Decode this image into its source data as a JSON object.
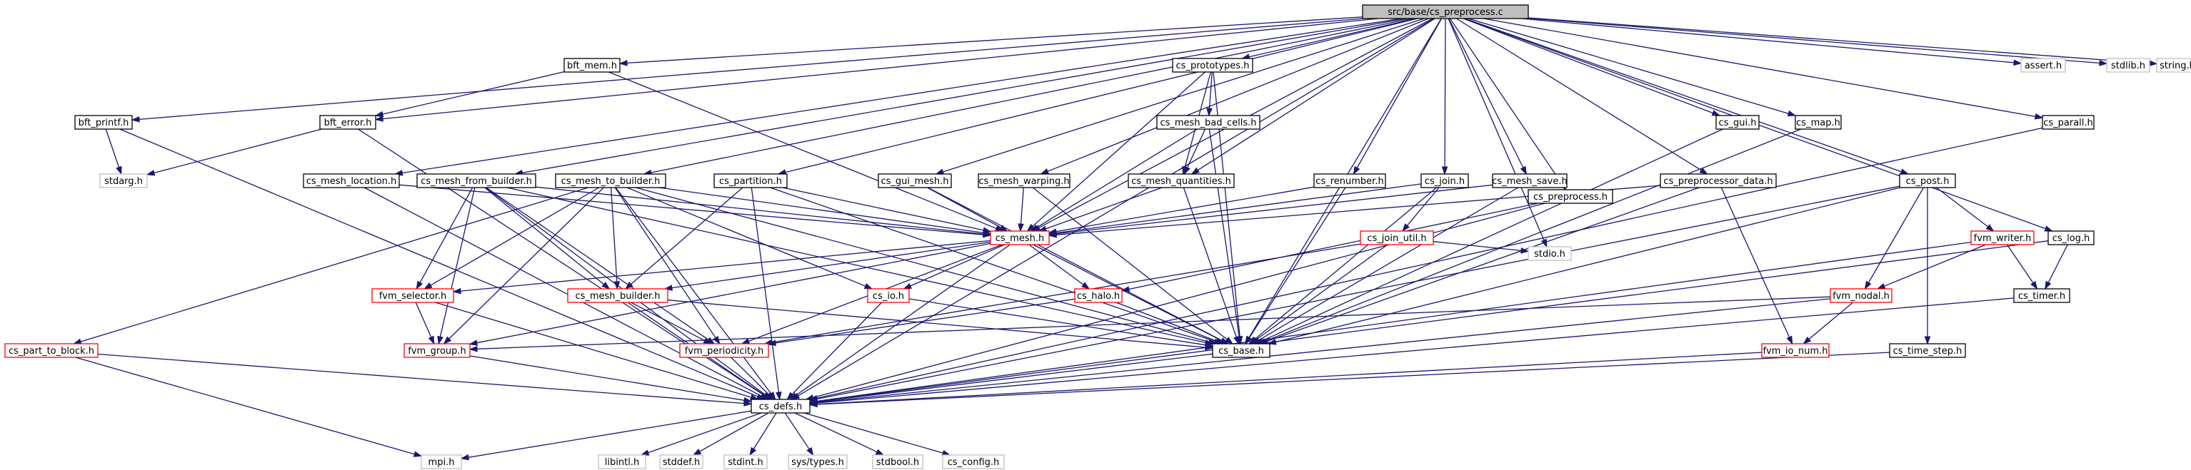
{
  "graph": {
    "root": "src/base/cs_preprocess.c",
    "colors": {
      "edge": "#191970",
      "root_fill": "#bfbfbf",
      "node_border": "#000000",
      "incomplete_border": "#ff0000",
      "system_border": "#bfbfbf",
      "system_text": "#000000"
    },
    "nodes": [
      {
        "id": "root",
        "label": "src/base/cs_preprocess.c",
        "kind": "root"
      },
      {
        "id": "bft_mem",
        "label": "bft_mem.h",
        "kind": "normal"
      },
      {
        "id": "cs_prototypes",
        "label": "cs_prototypes.h",
        "kind": "normal"
      },
      {
        "id": "assert",
        "label": "assert.h",
        "kind": "system"
      },
      {
        "id": "stdlib",
        "label": "stdlib.h",
        "kind": "system"
      },
      {
        "id": "string",
        "label": "string.h",
        "kind": "system"
      },
      {
        "id": "bft_printf",
        "label": "bft_printf.h",
        "kind": "normal"
      },
      {
        "id": "bft_error",
        "label": "bft_error.h",
        "kind": "normal"
      },
      {
        "id": "cs_mesh_bad_cells",
        "label": "cs_mesh_bad_cells.h",
        "kind": "normal"
      },
      {
        "id": "cs_gui",
        "label": "cs_gui.h",
        "kind": "normal"
      },
      {
        "id": "cs_map",
        "label": "cs_map.h",
        "kind": "normal"
      },
      {
        "id": "cs_parall",
        "label": "cs_parall.h",
        "kind": "normal"
      },
      {
        "id": "stdarg",
        "label": "stdarg.h",
        "kind": "system"
      },
      {
        "id": "cs_mesh_location",
        "label": "cs_mesh_location.h",
        "kind": "normal"
      },
      {
        "id": "cs_mesh_from_builder",
        "label": "cs_mesh_from_builder.h",
        "kind": "normal"
      },
      {
        "id": "cs_mesh_to_builder",
        "label": "cs_mesh_to_builder.h",
        "kind": "normal"
      },
      {
        "id": "cs_partition",
        "label": "cs_partition.h",
        "kind": "normal"
      },
      {
        "id": "cs_gui_mesh",
        "label": "cs_gui_mesh.h",
        "kind": "normal"
      },
      {
        "id": "cs_mesh_warping",
        "label": "cs_mesh_warping.h",
        "kind": "normal"
      },
      {
        "id": "cs_mesh_quantities",
        "label": "cs_mesh_quantities.h",
        "kind": "normal"
      },
      {
        "id": "cs_renumber",
        "label": "cs_renumber.h",
        "kind": "normal"
      },
      {
        "id": "cs_join",
        "label": "cs_join.h",
        "kind": "normal"
      },
      {
        "id": "cs_mesh_save",
        "label": "cs_mesh_save.h",
        "kind": "normal"
      },
      {
        "id": "cs_preprocessor_data",
        "label": "cs_preprocessor_data.h",
        "kind": "normal"
      },
      {
        "id": "cs_post",
        "label": "cs_post.h",
        "kind": "normal"
      },
      {
        "id": "cs_mesh",
        "label": "cs_mesh.h",
        "kind": "incomplete"
      },
      {
        "id": "cs_join_util",
        "label": "cs_join_util.h",
        "kind": "incomplete"
      },
      {
        "id": "cs_preprocess_h",
        "label": "cs_preprocess.h",
        "kind": "normal"
      },
      {
        "id": "fvm_writer",
        "label": "fvm_writer.h",
        "kind": "incomplete"
      },
      {
        "id": "cs_log",
        "label": "cs_log.h",
        "kind": "normal"
      },
      {
        "id": "stdio",
        "label": "stdio.h",
        "kind": "system"
      },
      {
        "id": "fvm_selector",
        "label": "fvm_selector.h",
        "kind": "incomplete"
      },
      {
        "id": "cs_mesh_builder",
        "label": "cs_mesh_builder.h",
        "kind": "incomplete"
      },
      {
        "id": "cs_io",
        "label": "cs_io.h",
        "kind": "incomplete"
      },
      {
        "id": "cs_halo",
        "label": "cs_halo.h",
        "kind": "incomplete"
      },
      {
        "id": "fvm_nodal",
        "label": "fvm_nodal.h",
        "kind": "incomplete"
      },
      {
        "id": "cs_timer",
        "label": "cs_timer.h",
        "kind": "normal"
      },
      {
        "id": "cs_part_to_block",
        "label": "cs_part_to_block.h",
        "kind": "incomplete"
      },
      {
        "id": "fvm_group",
        "label": "fvm_group.h",
        "kind": "incomplete"
      },
      {
        "id": "fvm_periodicity",
        "label": "fvm_periodicity.h",
        "kind": "incomplete"
      },
      {
        "id": "cs_base",
        "label": "cs_base.h",
        "kind": "normal"
      },
      {
        "id": "fvm_io_num",
        "label": "fvm_io_num.h",
        "kind": "incomplete"
      },
      {
        "id": "cs_time_step",
        "label": "cs_time_step.h",
        "kind": "normal"
      },
      {
        "id": "cs_defs",
        "label": "cs_defs.h",
        "kind": "normal"
      },
      {
        "id": "mpi",
        "label": "mpi.h",
        "kind": "system"
      },
      {
        "id": "libintl",
        "label": "libintl.h",
        "kind": "system"
      },
      {
        "id": "stddef",
        "label": "stddef.h",
        "kind": "system"
      },
      {
        "id": "stdint",
        "label": "stdint.h",
        "kind": "system"
      },
      {
        "id": "sys_types",
        "label": "sys/types.h",
        "kind": "system"
      },
      {
        "id": "stdbool",
        "label": "stdbool.h",
        "kind": "system"
      },
      {
        "id": "cs_config",
        "label": "cs_config.h",
        "kind": "system"
      }
    ],
    "edges": [
      [
        "root",
        "bft_mem"
      ],
      [
        "root",
        "cs_prototypes"
      ],
      [
        "root",
        "assert"
      ],
      [
        "root",
        "stdlib"
      ],
      [
        "root",
        "string"
      ],
      [
        "root",
        "bft_printf"
      ],
      [
        "root",
        "bft_error"
      ],
      [
        "root",
        "cs_gui"
      ],
      [
        "root",
        "cs_map"
      ],
      [
        "root",
        "cs_parall"
      ],
      [
        "root",
        "cs_mesh_location"
      ],
      [
        "root",
        "cs_mesh_from_builder"
      ],
      [
        "root",
        "cs_mesh_to_builder"
      ],
      [
        "root",
        "cs_partition"
      ],
      [
        "root",
        "cs_gui_mesh"
      ],
      [
        "root",
        "cs_mesh_warping"
      ],
      [
        "root",
        "cs_mesh_quantities"
      ],
      [
        "root",
        "cs_renumber"
      ],
      [
        "root",
        "cs_join"
      ],
      [
        "root",
        "cs_mesh_save"
      ],
      [
        "root",
        "cs_preprocessor_data"
      ],
      [
        "root",
        "cs_post"
      ],
      [
        "root",
        "cs_mesh"
      ],
      [
        "root",
        "cs_preprocess_h"
      ],
      [
        "root",
        "cs_log"
      ],
      [
        "root",
        "stdio"
      ],
      [
        "root",
        "cs_base"
      ],
      [
        "root",
        "cs_defs"
      ],
      [
        "bft_mem",
        "bft_error"
      ],
      [
        "bft_mem",
        "cs_mesh"
      ],
      [
        "bft_printf",
        "stdarg"
      ],
      [
        "bft_printf",
        "cs_defs"
      ],
      [
        "bft_error",
        "stdarg"
      ],
      [
        "bft_error",
        "cs_defs"
      ],
      [
        "cs_prototypes",
        "cs_mesh_bad_cells"
      ],
      [
        "cs_prototypes",
        "cs_mesh_quantities"
      ],
      [
        "cs_prototypes",
        "cs_mesh"
      ],
      [
        "cs_prototypes",
        "cs_base"
      ],
      [
        "cs_mesh_bad_cells",
        "cs_mesh_quantities"
      ],
      [
        "cs_mesh_bad_cells",
        "cs_mesh"
      ],
      [
        "cs_mesh_bad_cells",
        "cs_base"
      ],
      [
        "cs_gui",
        "cs_base"
      ],
      [
        "cs_map",
        "cs_base"
      ],
      [
        "cs_parall",
        "cs_defs"
      ],
      [
        "cs_mesh_location",
        "cs_mesh"
      ],
      [
        "cs_mesh_location",
        "cs_defs"
      ],
      [
        "cs_mesh_from_builder",
        "cs_mesh"
      ],
      [
        "cs_mesh_from_builder",
        "fvm_selector"
      ],
      [
        "cs_mesh_from_builder",
        "cs_mesh_builder"
      ],
      [
        "cs_mesh_from_builder",
        "fvm_group"
      ],
      [
        "cs_mesh_from_builder",
        "fvm_periodicity"
      ],
      [
        "cs_mesh_from_builder",
        "cs_base"
      ],
      [
        "cs_mesh_from_builder",
        "cs_defs"
      ],
      [
        "cs_mesh_to_builder",
        "cs_mesh"
      ],
      [
        "cs_mesh_to_builder",
        "cs_part_to_block"
      ],
      [
        "cs_mesh_to_builder",
        "fvm_selector"
      ],
      [
        "cs_mesh_to_builder",
        "cs_mesh_builder"
      ],
      [
        "cs_mesh_to_builder",
        "cs_io"
      ],
      [
        "cs_mesh_to_builder",
        "fvm_group"
      ],
      [
        "cs_mesh_to_builder",
        "fvm_periodicity"
      ],
      [
        "cs_mesh_to_builder",
        "cs_base"
      ],
      [
        "cs_mesh_to_builder",
        "cs_defs"
      ],
      [
        "cs_partition",
        "cs_mesh"
      ],
      [
        "cs_partition",
        "cs_mesh_builder"
      ],
      [
        "cs_partition",
        "cs_base"
      ],
      [
        "cs_partition",
        "cs_defs"
      ],
      [
        "cs_gui_mesh",
        "cs_mesh"
      ],
      [
        "cs_gui_mesh",
        "cs_base"
      ],
      [
        "cs_mesh_warping",
        "cs_mesh"
      ],
      [
        "cs_mesh_warping",
        "cs_base"
      ],
      [
        "cs_mesh_quantities",
        "cs_mesh"
      ],
      [
        "cs_mesh_quantities",
        "cs_base"
      ],
      [
        "cs_renumber",
        "cs_mesh"
      ],
      [
        "cs_renumber",
        "cs_base"
      ],
      [
        "cs_join",
        "cs_mesh"
      ],
      [
        "cs_join",
        "cs_join_util"
      ],
      [
        "cs_join",
        "cs_base"
      ],
      [
        "cs_mesh_save",
        "cs_mesh"
      ],
      [
        "cs_mesh_save",
        "cs_base"
      ],
      [
        "cs_preprocessor_data",
        "cs_mesh"
      ],
      [
        "cs_preprocessor_data",
        "fvm_io_num"
      ],
      [
        "cs_preprocessor_data",
        "cs_base"
      ],
      [
        "cs_post",
        "fvm_writer"
      ],
      [
        "cs_post",
        "fvm_nodal"
      ],
      [
        "cs_post",
        "cs_time_step"
      ],
      [
        "cs_post",
        "cs_base"
      ],
      [
        "cs_post",
        "cs_defs"
      ],
      [
        "cs_mesh",
        "fvm_selector"
      ],
      [
        "cs_mesh",
        "cs_mesh_builder"
      ],
      [
        "cs_mesh",
        "cs_io"
      ],
      [
        "cs_mesh",
        "cs_halo"
      ],
      [
        "cs_mesh",
        "fvm_group"
      ],
      [
        "cs_mesh",
        "fvm_periodicity"
      ],
      [
        "cs_mesh",
        "cs_base"
      ],
      [
        "cs_mesh",
        "cs_defs"
      ],
      [
        "cs_join_util",
        "stdio"
      ],
      [
        "cs_join_util",
        "fvm_periodicity"
      ],
      [
        "cs_join_util",
        "cs_base"
      ],
      [
        "cs_preprocess_h",
        "cs_halo"
      ],
      [
        "cs_preprocess_h",
        "cs_defs"
      ],
      [
        "fvm_writer",
        "fvm_nodal"
      ],
      [
        "fvm_writer",
        "cs_timer"
      ],
      [
        "fvm_writer",
        "cs_defs"
      ],
      [
        "cs_log",
        "cs_timer"
      ],
      [
        "cs_log",
        "cs_defs"
      ],
      [
        "fvm_selector",
        "fvm_group"
      ],
      [
        "fvm_selector",
        "cs_defs"
      ],
      [
        "cs_mesh_builder",
        "fvm_periodicity"
      ],
      [
        "cs_mesh_builder",
        "cs_base"
      ],
      [
        "cs_mesh_builder",
        "cs_defs"
      ],
      [
        "cs_io",
        "cs_base"
      ],
      [
        "cs_io",
        "cs_defs"
      ],
      [
        "cs_halo",
        "fvm_periodicity"
      ],
      [
        "cs_halo",
        "cs_base"
      ],
      [
        "fvm_nodal",
        "fvm_group"
      ],
      [
        "fvm_nodal",
        "fvm_io_num"
      ],
      [
        "fvm_nodal",
        "cs_defs"
      ],
      [
        "cs_timer",
        "cs_defs"
      ],
      [
        "cs_part_to_block",
        "mpi"
      ],
      [
        "cs_part_to_block",
        "cs_defs"
      ],
      [
        "fvm_group",
        "cs_defs"
      ],
      [
        "fvm_periodicity",
        "cs_defs"
      ],
      [
        "cs_base",
        "cs_defs"
      ],
      [
        "fvm_io_num",
        "cs_defs"
      ],
      [
        "cs_time_step",
        "cs_defs"
      ],
      [
        "cs_defs",
        "mpi"
      ],
      [
        "cs_defs",
        "libintl"
      ],
      [
        "cs_defs",
        "stddef"
      ],
      [
        "cs_defs",
        "stdint"
      ],
      [
        "cs_defs",
        "sys_types"
      ],
      [
        "cs_defs",
        "stdbool"
      ],
      [
        "cs_defs",
        "cs_config"
      ]
    ]
  }
}
